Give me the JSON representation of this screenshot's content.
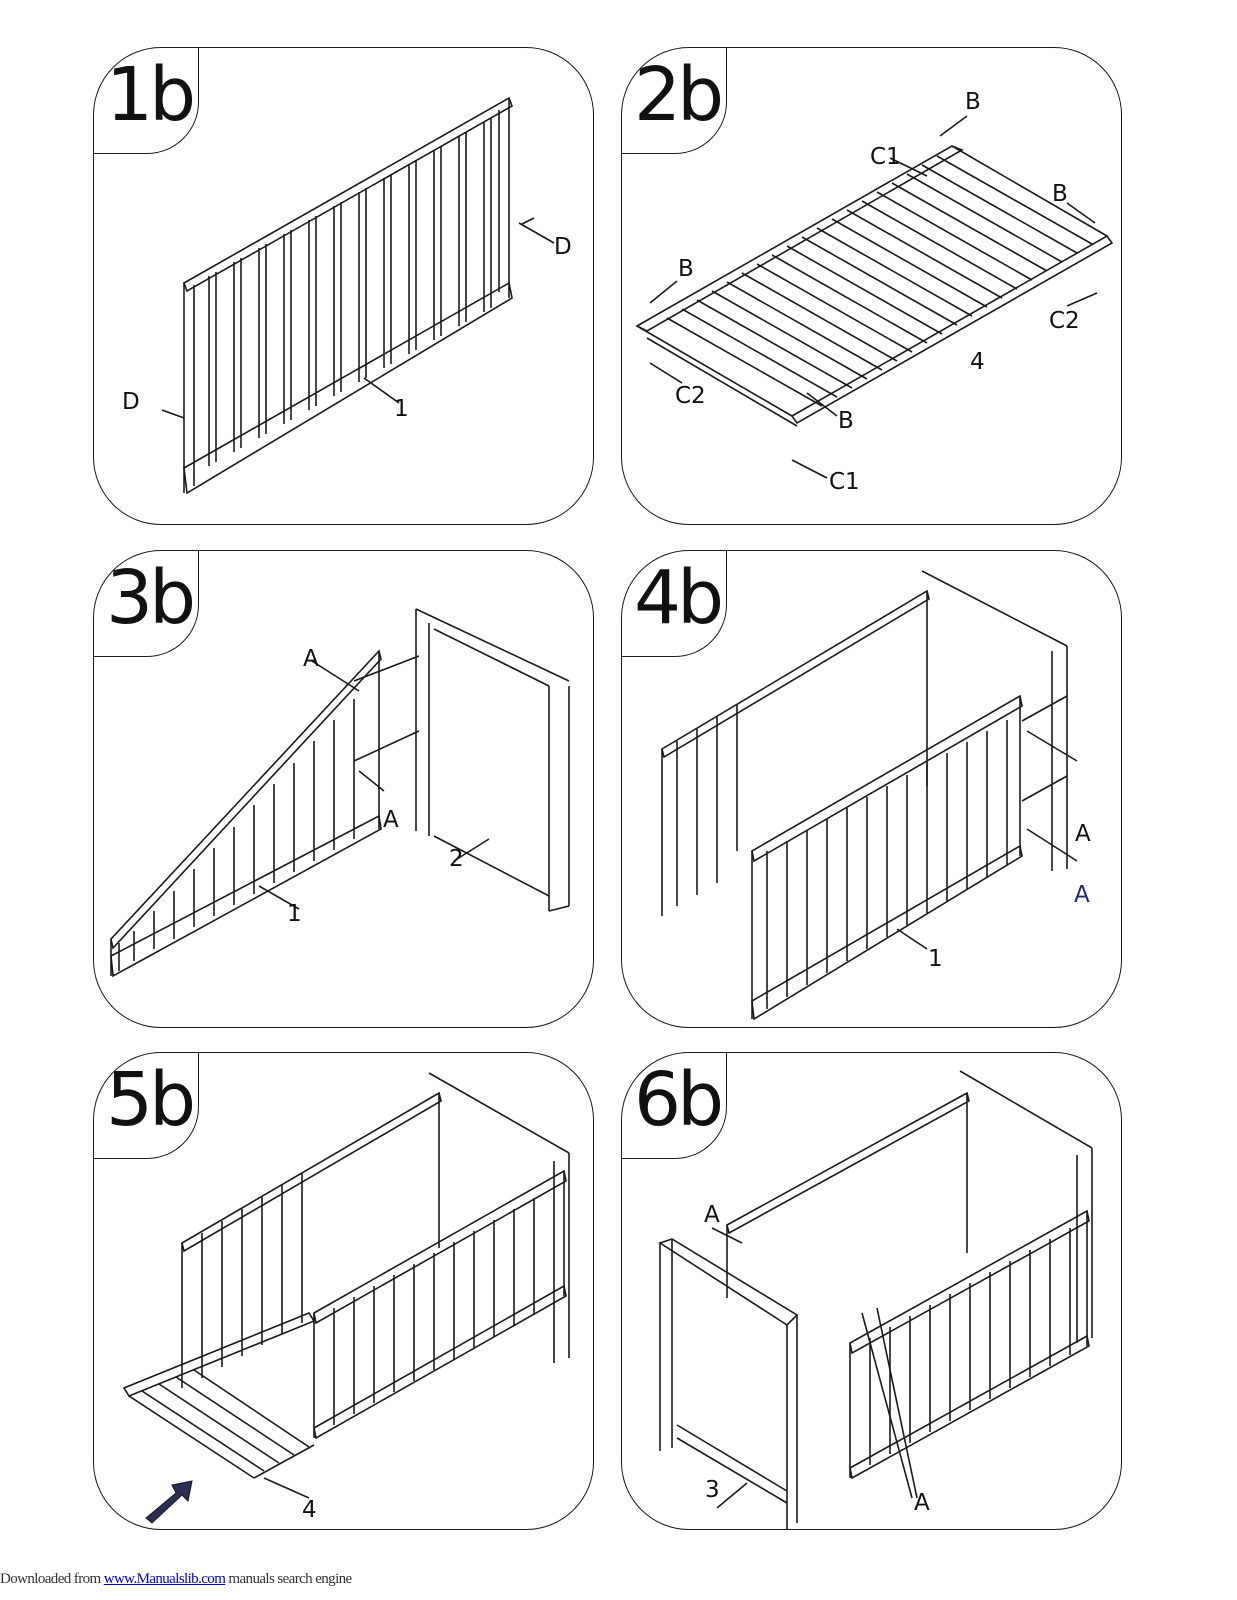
{
  "panels": [
    {
      "step": "1b",
      "labels": {
        "part_1": "1",
        "fitting_d_left": "D",
        "fitting_d_right": "D"
      }
    },
    {
      "step": "2b",
      "labels": {
        "b_top": "B",
        "c1_top": "C1",
        "b_right": "B",
        "b_left": "B",
        "c2_right": "C2",
        "part_4": "4",
        "c2_left": "C2",
        "b_bottom": "B",
        "c1_bottom": "C1"
      }
    },
    {
      "step": "3b",
      "labels": {
        "a_top": "A",
        "a_bottom": "A",
        "part_2": "2",
        "part_1": "1"
      }
    },
    {
      "step": "4b",
      "labels": {
        "a_upper": "A",
        "a_lower": "A",
        "part_1": "1"
      }
    },
    {
      "step": "5b",
      "labels": {
        "part_4": "4"
      }
    },
    {
      "step": "6b",
      "labels": {
        "a_top": "A",
        "a_bottom": "A",
        "part_3": "3"
      }
    }
  ],
  "footer": {
    "prefix": "Downloaded from",
    "link": "www.Manualslib.com",
    "suffix": "manuals search engine"
  },
  "colors": {
    "line": "#1a1a1a",
    "arrow": "#2a2d55",
    "link": "#0000cc"
  }
}
